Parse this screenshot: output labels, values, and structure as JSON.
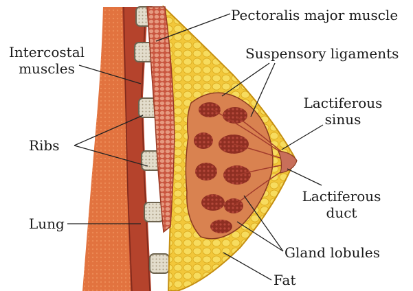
{
  "labels": {
    "pectoralis_major": "Pectoralis major muscle",
    "intercostal_line1": "Intercostal",
    "intercostal_line2": "muscles",
    "suspensory": "Suspensory ligaments",
    "lactiferous_sinus_line1": "Lactiferous",
    "lactiferous_sinus_line2": "sinus",
    "ribs": "Ribs",
    "lactiferous_duct_line1": "Lactiferous",
    "lactiferous_duct_line2": "duct",
    "lung": "Lung",
    "gland_lobules": "Gland lobules",
    "fat": "Fat"
  },
  "colors": {
    "lung": "#e0703f",
    "muscle": "#c4553a",
    "rib_bone": "#d8d2c0",
    "pectoralis": "#d9785f",
    "fat": "#f0c52a",
    "gland": "#9c3a2a",
    "leader_line": "#222222"
  }
}
